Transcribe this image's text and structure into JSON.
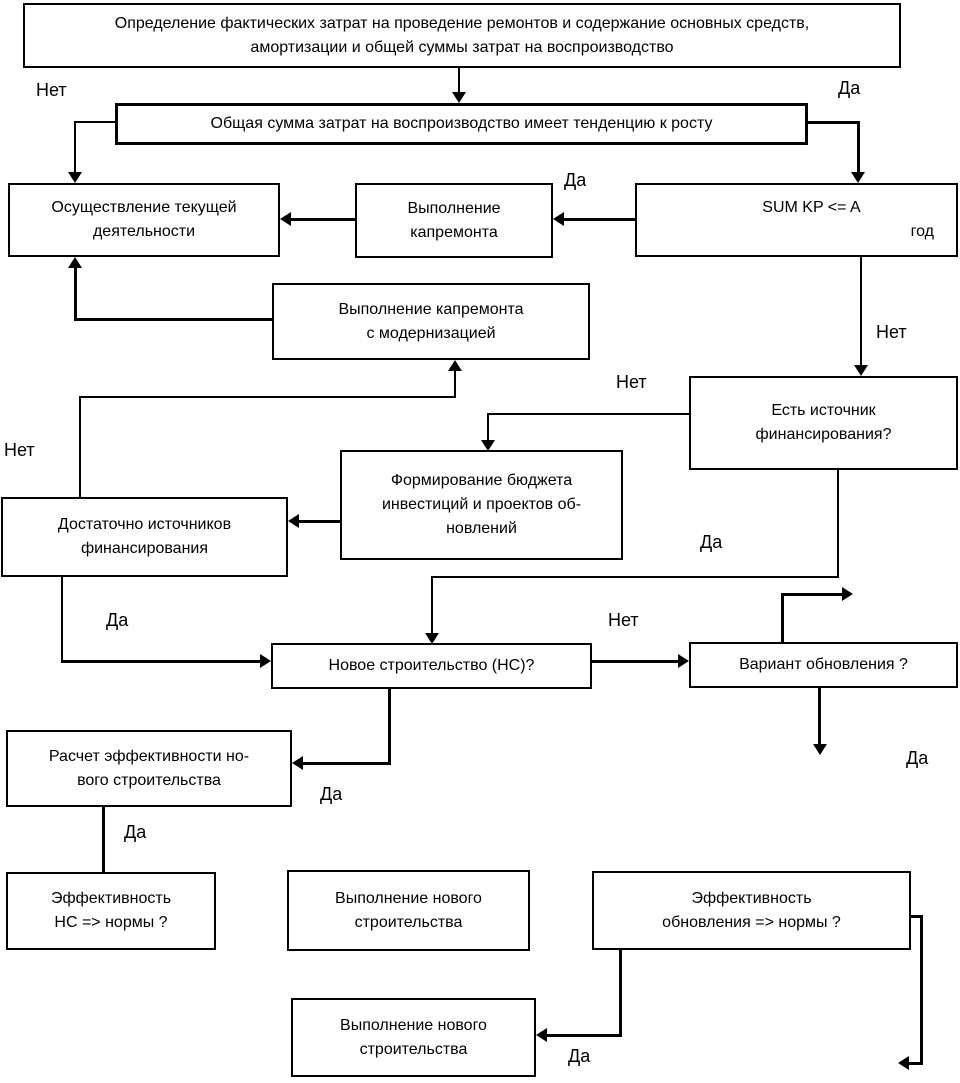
{
  "nodes": {
    "start": "Определение фактических затрат на проведение ремонтов и содержание основных средств,\nамортизации и общей суммы затрат на воспроизводство",
    "trend": "Общая сумма затрат на воспроизводство имеет тенденцию к росту",
    "current": "Осуществление текущей\nдеятельности",
    "kapremont": "Выполнение\nкапремонта",
    "sumkp_line1": "SUM KP <= A",
    "sumkp_line2": "год",
    "kapmod": "Выполнение капремонта\nс модернизацией",
    "source": "Есть источник\nфинансирования?",
    "budget": "Формирование бюджета\nинвестиций и проектов об-\nновлений",
    "enough": "Достаточно источников\nфинансирования",
    "nc": "Новое строительство (НС)?",
    "variant": "Вариант обновления ?",
    "calc": "Расчет эффективности но-\nвого строительства",
    "effns": "Эффективность\nНС => нормы ?",
    "newbuild1": "Выполнение нового\nстроительства",
    "effupd": "Эффективность\nобновления => нормы ?",
    "newbuild2": "Выполнение нового\nстроительства"
  },
  "labels": {
    "no_top_left": "Нет",
    "yes_top_right": "Да",
    "yes_kapremont": "Да",
    "no_sumkp": "Нет",
    "no_source_left": "Нет",
    "no_enough": "Нет",
    "yes_source": "Да",
    "yes_enough": "Да",
    "no_nc": "Нет",
    "yes_variant": "Да",
    "yes_nc": "Да",
    "yes_calc": "Да",
    "yes_effupd": "Да"
  },
  "colors": {
    "line": "#000000",
    "box_border": "#000000",
    "background": "#ffffff",
    "text": "#000000"
  }
}
